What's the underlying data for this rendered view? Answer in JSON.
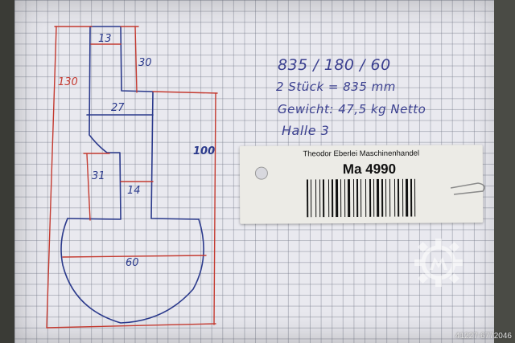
{
  "drawing": {
    "dim_total_height": "130",
    "dim_stem_width": "13",
    "dim_stem_height": "30",
    "dim_neck_width": "27",
    "dim_lower_height": "31",
    "dim_lower_width": "14",
    "dim_right_height": "100",
    "dim_base_width": "60"
  },
  "notes": {
    "line1": "835 / 180 / 60",
    "line2": "2 Stück = 835 mm",
    "line3": "Gewicht: 47,5 kg Netto",
    "line4": "Halle 3"
  },
  "tag": {
    "company": "Theodor Eberlei Maschinenhandel",
    "number": "Ma 4990"
  },
  "footer": {
    "image_id": "41227-6772046"
  },
  "colors": {
    "pen_red": "#c43a30",
    "pen_blue": "#2b3a8c",
    "note_ink": "#3a3f8f"
  },
  "icons": {
    "watermark": "gear-wrench-icon"
  }
}
